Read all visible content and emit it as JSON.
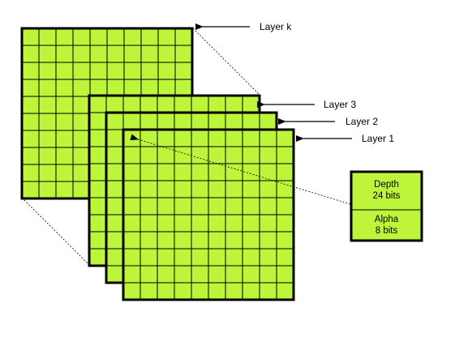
{
  "colors": {
    "layer_fill": "#bdf53b",
    "cell_fill": "#c3e94a",
    "outline": "#000000",
    "background": "#ffffff"
  },
  "grid": {
    "cells_per_side": 10
  },
  "layers": [
    {
      "id": "layer-k",
      "label": "Layer k"
    },
    {
      "id": "layer-3",
      "label": "Layer 3"
    },
    {
      "id": "layer-2",
      "label": "Layer 2"
    },
    {
      "id": "layer-1",
      "label": "Layer 1"
    }
  ],
  "pixel_format": {
    "depth": {
      "name": "Depth",
      "bits": "24 bits"
    },
    "alpha": {
      "name": "Alpha",
      "bits": "8 bits"
    }
  }
}
